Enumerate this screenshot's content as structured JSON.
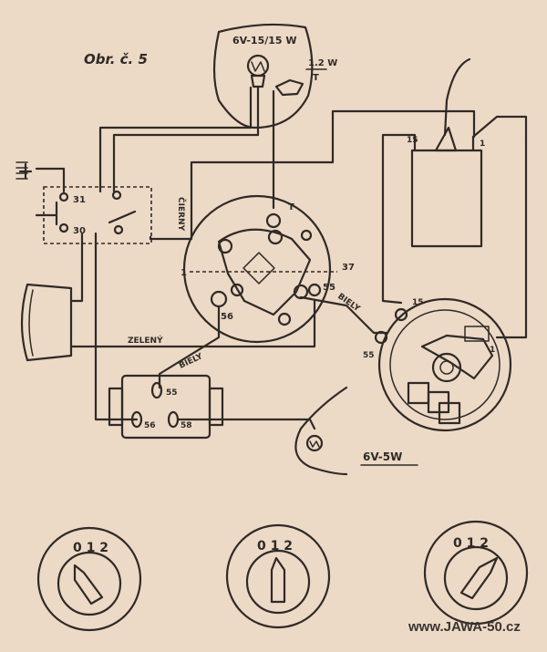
{
  "figure": {
    "caption": "Obr. č. 5"
  },
  "headlamp": {
    "bulb": "6V-15/15 W",
    "pilot": "1.2 W",
    "pilot_sub": "T"
  },
  "switch": {
    "t31": "31",
    "t30": "30"
  },
  "ignition_switch": {
    "t1": "1",
    "tT": "T",
    "t37": "37",
    "t55": "55",
    "t56": "56"
  },
  "coil": {
    "t15": "15",
    "t1": "1"
  },
  "magneto": {
    "t15": "15",
    "t55": "55",
    "t1": "1"
  },
  "wire_colors": {
    "cierny": "ČIERNY",
    "biely": "BIELY",
    "zeleny": "ZELENÝ",
    "biely2": "BIELY"
  },
  "connector": {
    "t55": "55",
    "t56": "56",
    "t58": "58"
  },
  "taillight": {
    "bulb": "6V-5W"
  },
  "key_positions": [
    {
      "marks": "0 1 2"
    },
    {
      "marks": "0 1 2"
    },
    {
      "marks": "0 1 2"
    }
  ],
  "watermark": "www.JAWA-50.cz"
}
